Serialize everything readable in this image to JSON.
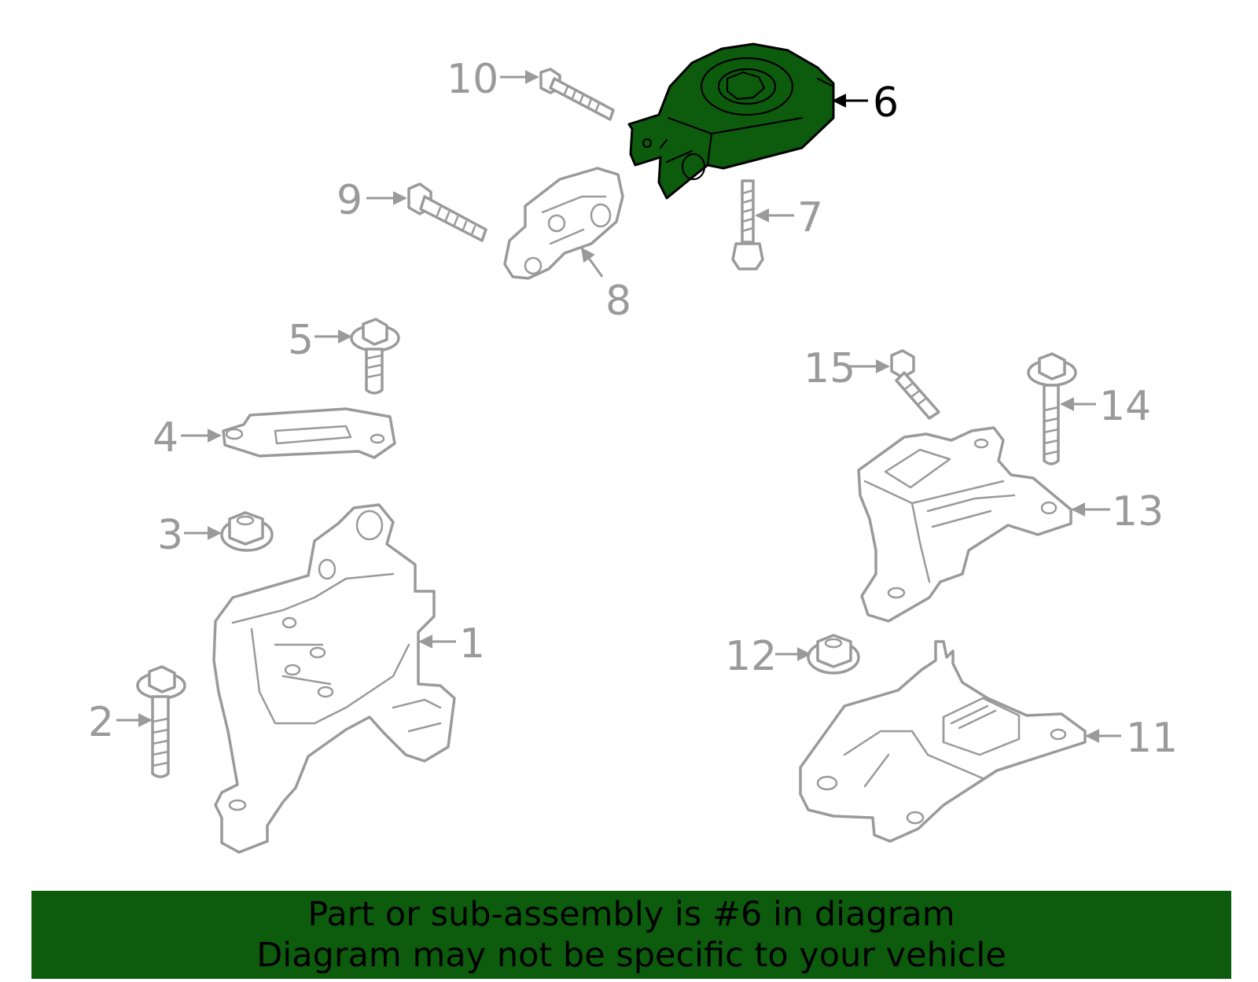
{
  "diagram": {
    "highlighted_part": "6",
    "highlight_color": "#0d5c0d",
    "outline_color": "#9a9a9a",
    "callouts": [
      {
        "id": "c10",
        "label": "10"
      },
      {
        "id": "c6",
        "label": "6"
      },
      {
        "id": "c9",
        "label": "9"
      },
      {
        "id": "c7",
        "label": "7"
      },
      {
        "id": "c8",
        "label": "8"
      },
      {
        "id": "c5",
        "label": "5"
      },
      {
        "id": "c15",
        "label": "15"
      },
      {
        "id": "c14",
        "label": "14"
      },
      {
        "id": "c4",
        "label": "4"
      },
      {
        "id": "c13",
        "label": "13"
      },
      {
        "id": "c3",
        "label": "3"
      },
      {
        "id": "c1",
        "label": "1"
      },
      {
        "id": "c12",
        "label": "12"
      },
      {
        "id": "c2",
        "label": "2"
      },
      {
        "id": "c11",
        "label": "11"
      }
    ]
  },
  "banner": {
    "line1": "Part or sub-assembly is #6 in diagram",
    "line2": "Diagram may not be specific to your vehicle"
  }
}
